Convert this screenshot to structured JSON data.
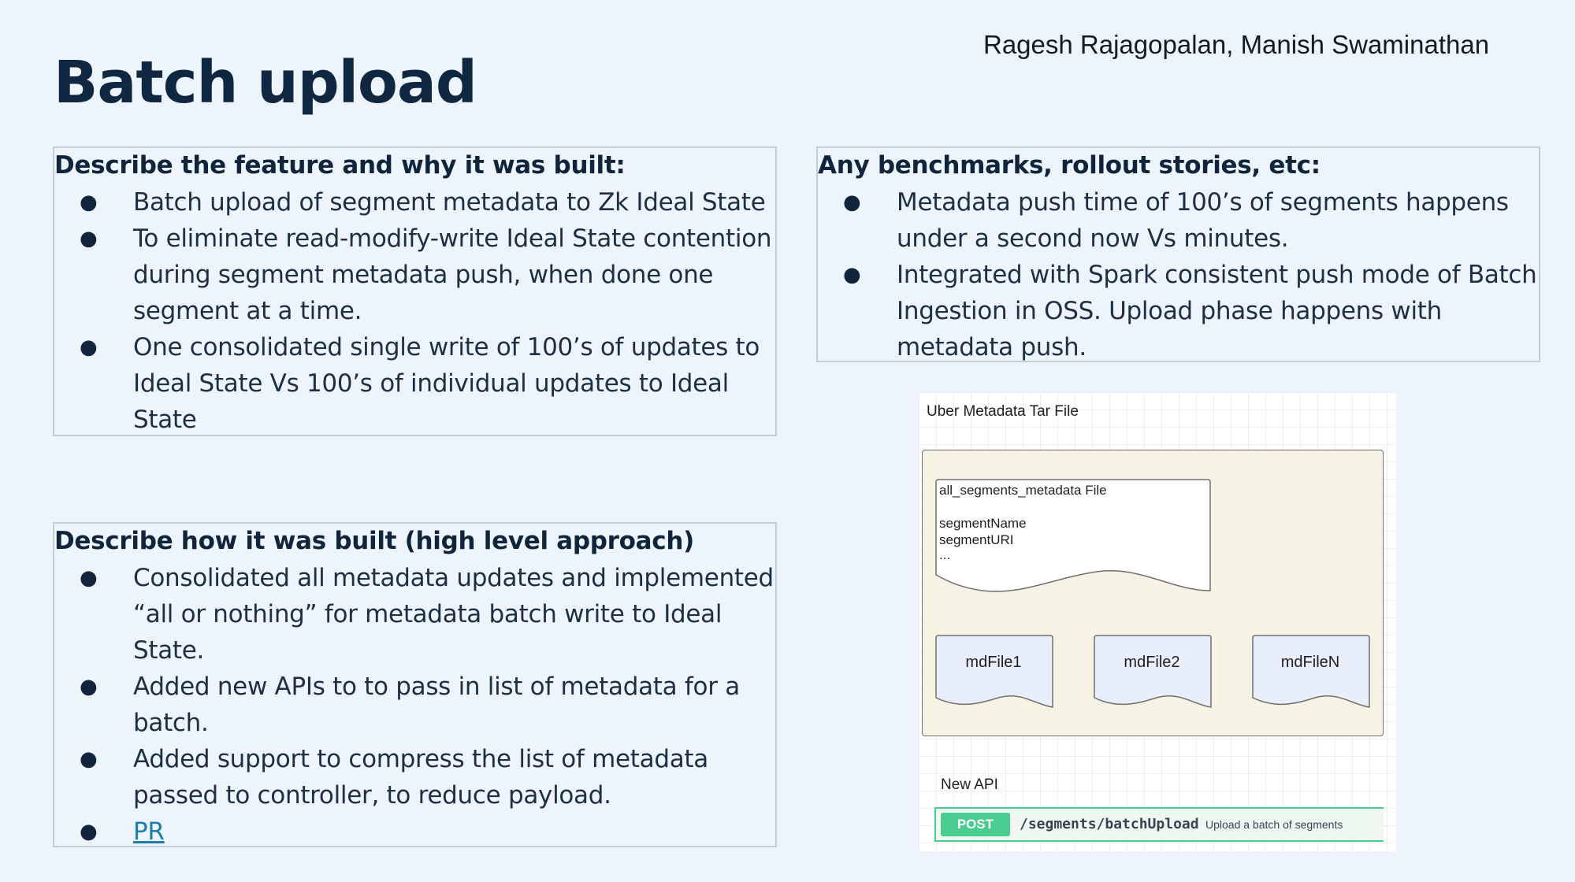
{
  "header": {
    "authors": "Ragesh Rajagopalan, Manish Swaminathan",
    "title": "Batch upload"
  },
  "feature_box": {
    "heading": "Describe the feature and why it was built:",
    "items": [
      "Batch upload of segment metadata to Zk Ideal State",
      "To eliminate read-modify-write Ideal State contention during segment metadata push, when done one segment at a time.",
      "One consolidated single write of 100’s of updates to Ideal State Vs 100’s of individual updates to Ideal State"
    ]
  },
  "approach_box": {
    "heading": "Describe how it was built (high level approach)",
    "items": [
      "Consolidated all metadata updates and implemented “all or nothing” for metadata batch write to Ideal State.",
      "Added new APIs to to pass in list of metadata for a batch.",
      "Added support to compress the list of metadata passed to controller, to reduce payload."
    ],
    "link_label": "PR"
  },
  "benchmarks_box": {
    "heading": "Any benchmarks, rollout stories, etc:",
    "items": [
      "Metadata push time of 100’s of segments happens under a second now Vs minutes.",
      "Integrated with Spark consistent push mode of Batch Ingestion in OSS. Upload phase happens with metadata push."
    ]
  },
  "diagram": {
    "tar_label": "Uber Metadata Tar File",
    "all_segments_file": {
      "title": "all_segments_metadata File",
      "lines": [
        "segmentName",
        "segmentURI",
        "..."
      ]
    },
    "md_files": [
      "mdFile1",
      "mdFile2",
      "mdFileN"
    ],
    "api_label": "New API",
    "api": {
      "method": "POST",
      "path": "/segments/batchUpload",
      "description": "Upload a batch of segments"
    }
  },
  "colors": {
    "background": "#eef4fb",
    "title": "#0f2740",
    "link": "#1d7fa8",
    "post_green": "#49cc90",
    "tar_fill": "#f6f3e4"
  }
}
